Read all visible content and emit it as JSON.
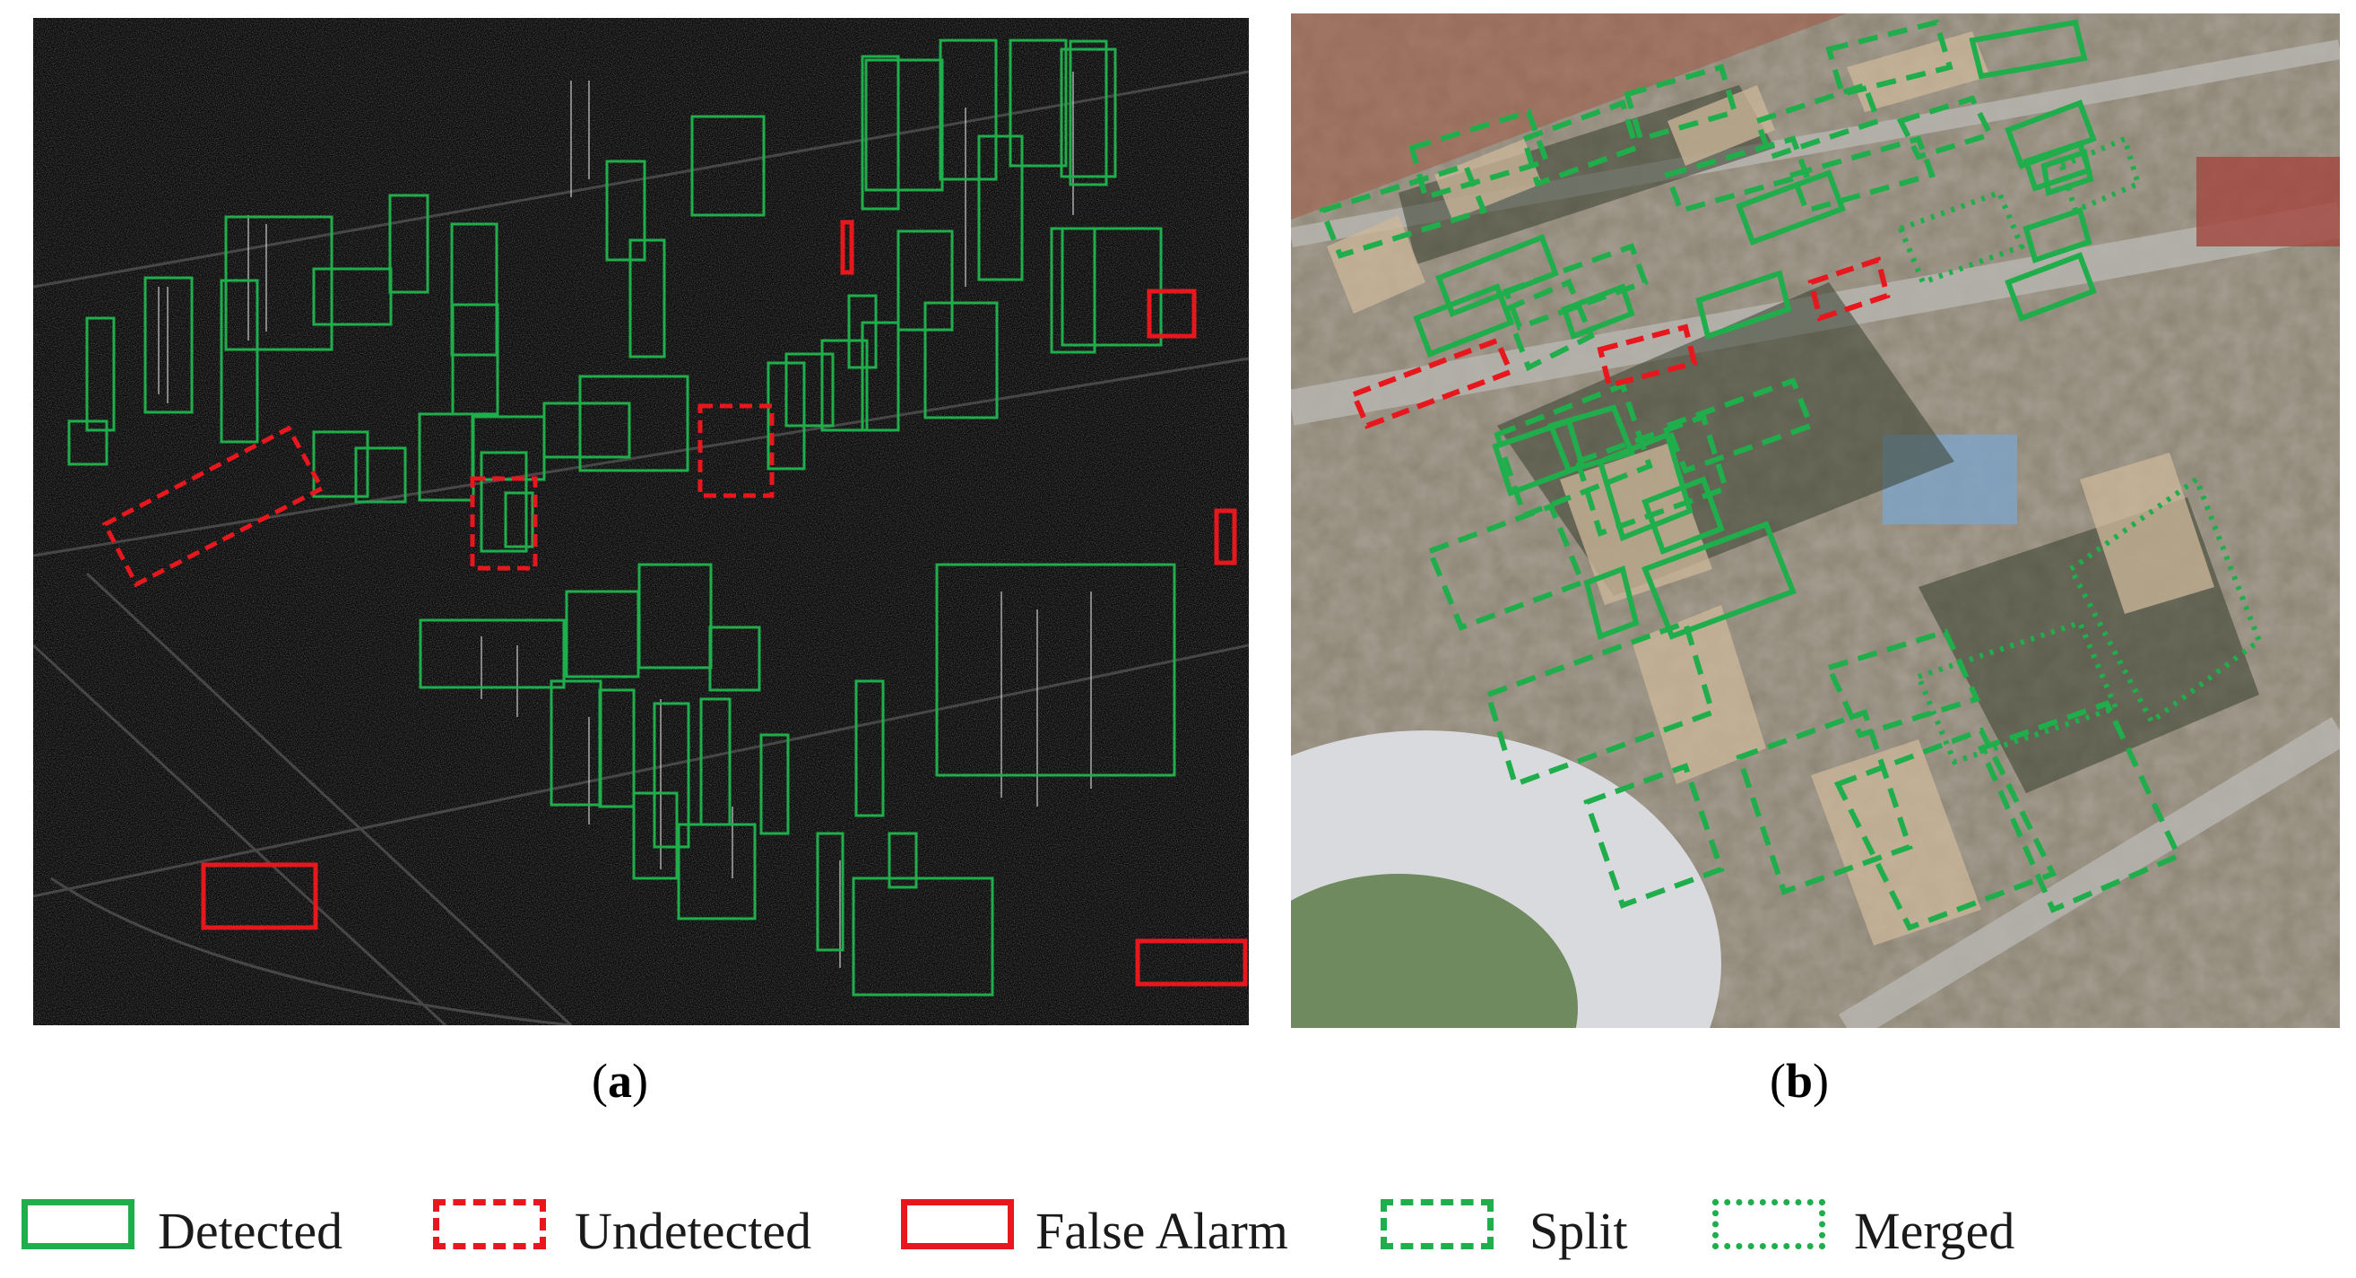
{
  "panels": {
    "a": {
      "caption_prefix": "(",
      "caption_letter": "a",
      "caption_suffix": ")"
    },
    "b": {
      "caption_prefix": "(",
      "caption_letter": "b",
      "caption_suffix": ")"
    }
  },
  "legend": {
    "detected": "Detected",
    "undetected": "Undetected",
    "false_alarm": "False Alarm",
    "split": "Split",
    "merged": "Merged"
  },
  "colors": {
    "detected_green": "#1fae4b",
    "error_red": "#e8171d"
  }
}
